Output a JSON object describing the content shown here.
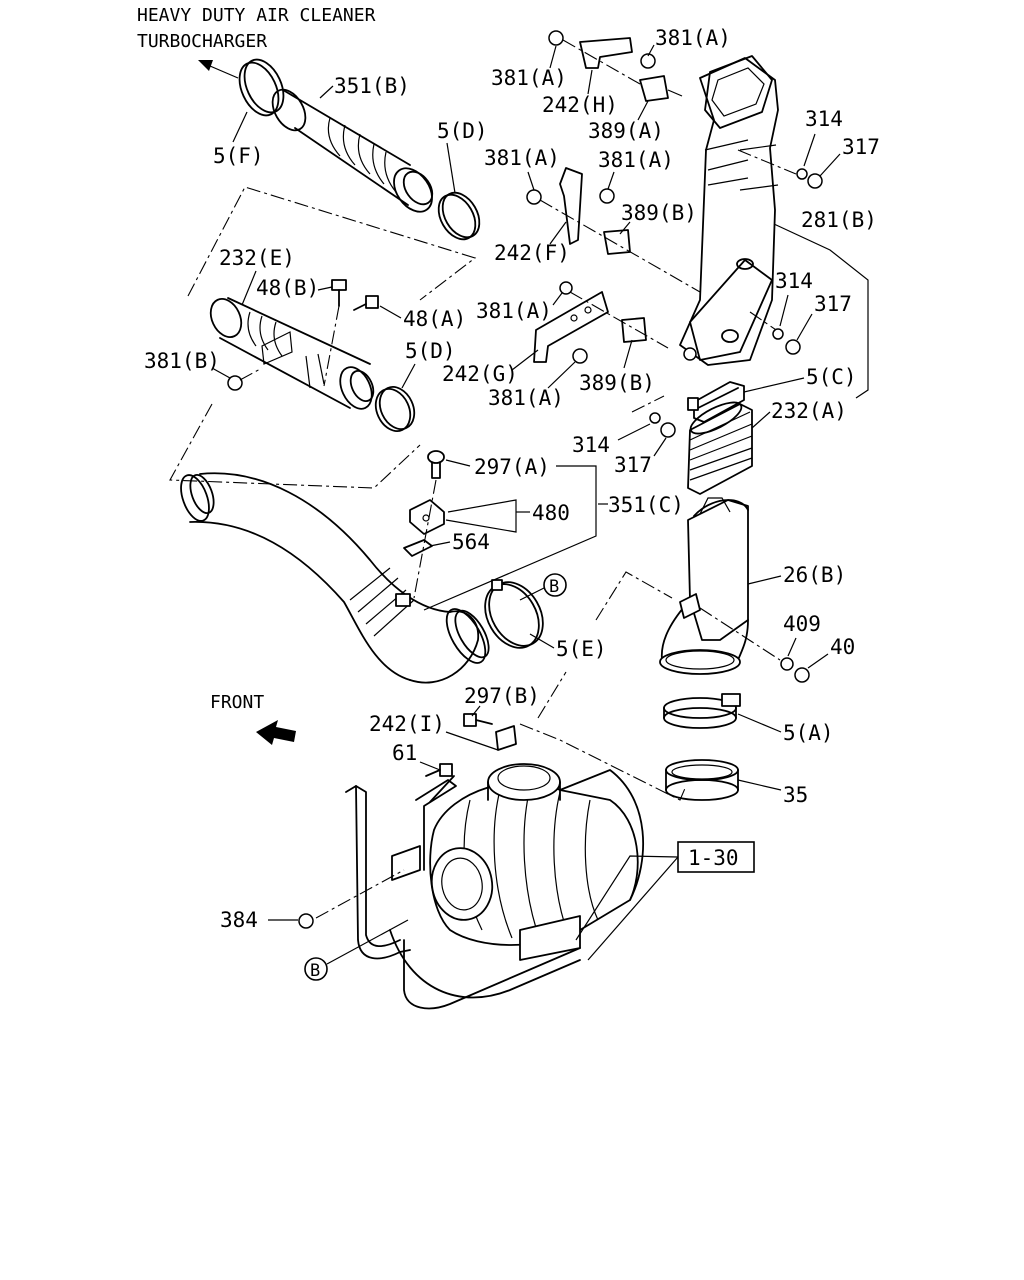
{
  "header": {
    "line1": "HEAVY DUTY AIR CLEANER",
    "line2": "TURBOCHARGER"
  },
  "front_label": "FRONT",
  "labels": {
    "p351B": "351(B)",
    "p5F": "5(F)",
    "p5D_top": "5(D)",
    "p381A_1": "381(A)",
    "p381A_2": "381(A)",
    "p242H": "242(H)",
    "p389A": "389(A)",
    "p314_1": "314",
    "p317_1": "317",
    "p381A_3": "381(A)",
    "p381A_4": "381(A)",
    "p389B_1": "389(B)",
    "p242F": "242(F)",
    "p281B": "281(B)",
    "p232E": "232(E)",
    "p48B": "48(B)",
    "p48A": "48(A)",
    "p314_2": "314",
    "p317_2": "317",
    "p381A_5": "381(A)",
    "p381B": "381(B)",
    "p5D_mid": "5(D)",
    "p242G": "242(G)",
    "p389B_2": "389(B)",
    "p381A_6": "381(A)",
    "p5C": "5(C)",
    "p232A": "232(A)",
    "p314_3": "314",
    "p317_3": "317",
    "p297A": "297(A)",
    "p480": "480",
    "p351C": "351(C)",
    "p564": "564",
    "p26B": "26(B)",
    "pB_top": "B",
    "p5E": "5(E)",
    "p409": "409",
    "p40": "40",
    "p297B": "297(B)",
    "p242I": "242(I)",
    "p61": "61",
    "p5A": "5(A)",
    "p35": "35",
    "p130": "1-30",
    "p384": "384",
    "pB_bot": "B"
  }
}
